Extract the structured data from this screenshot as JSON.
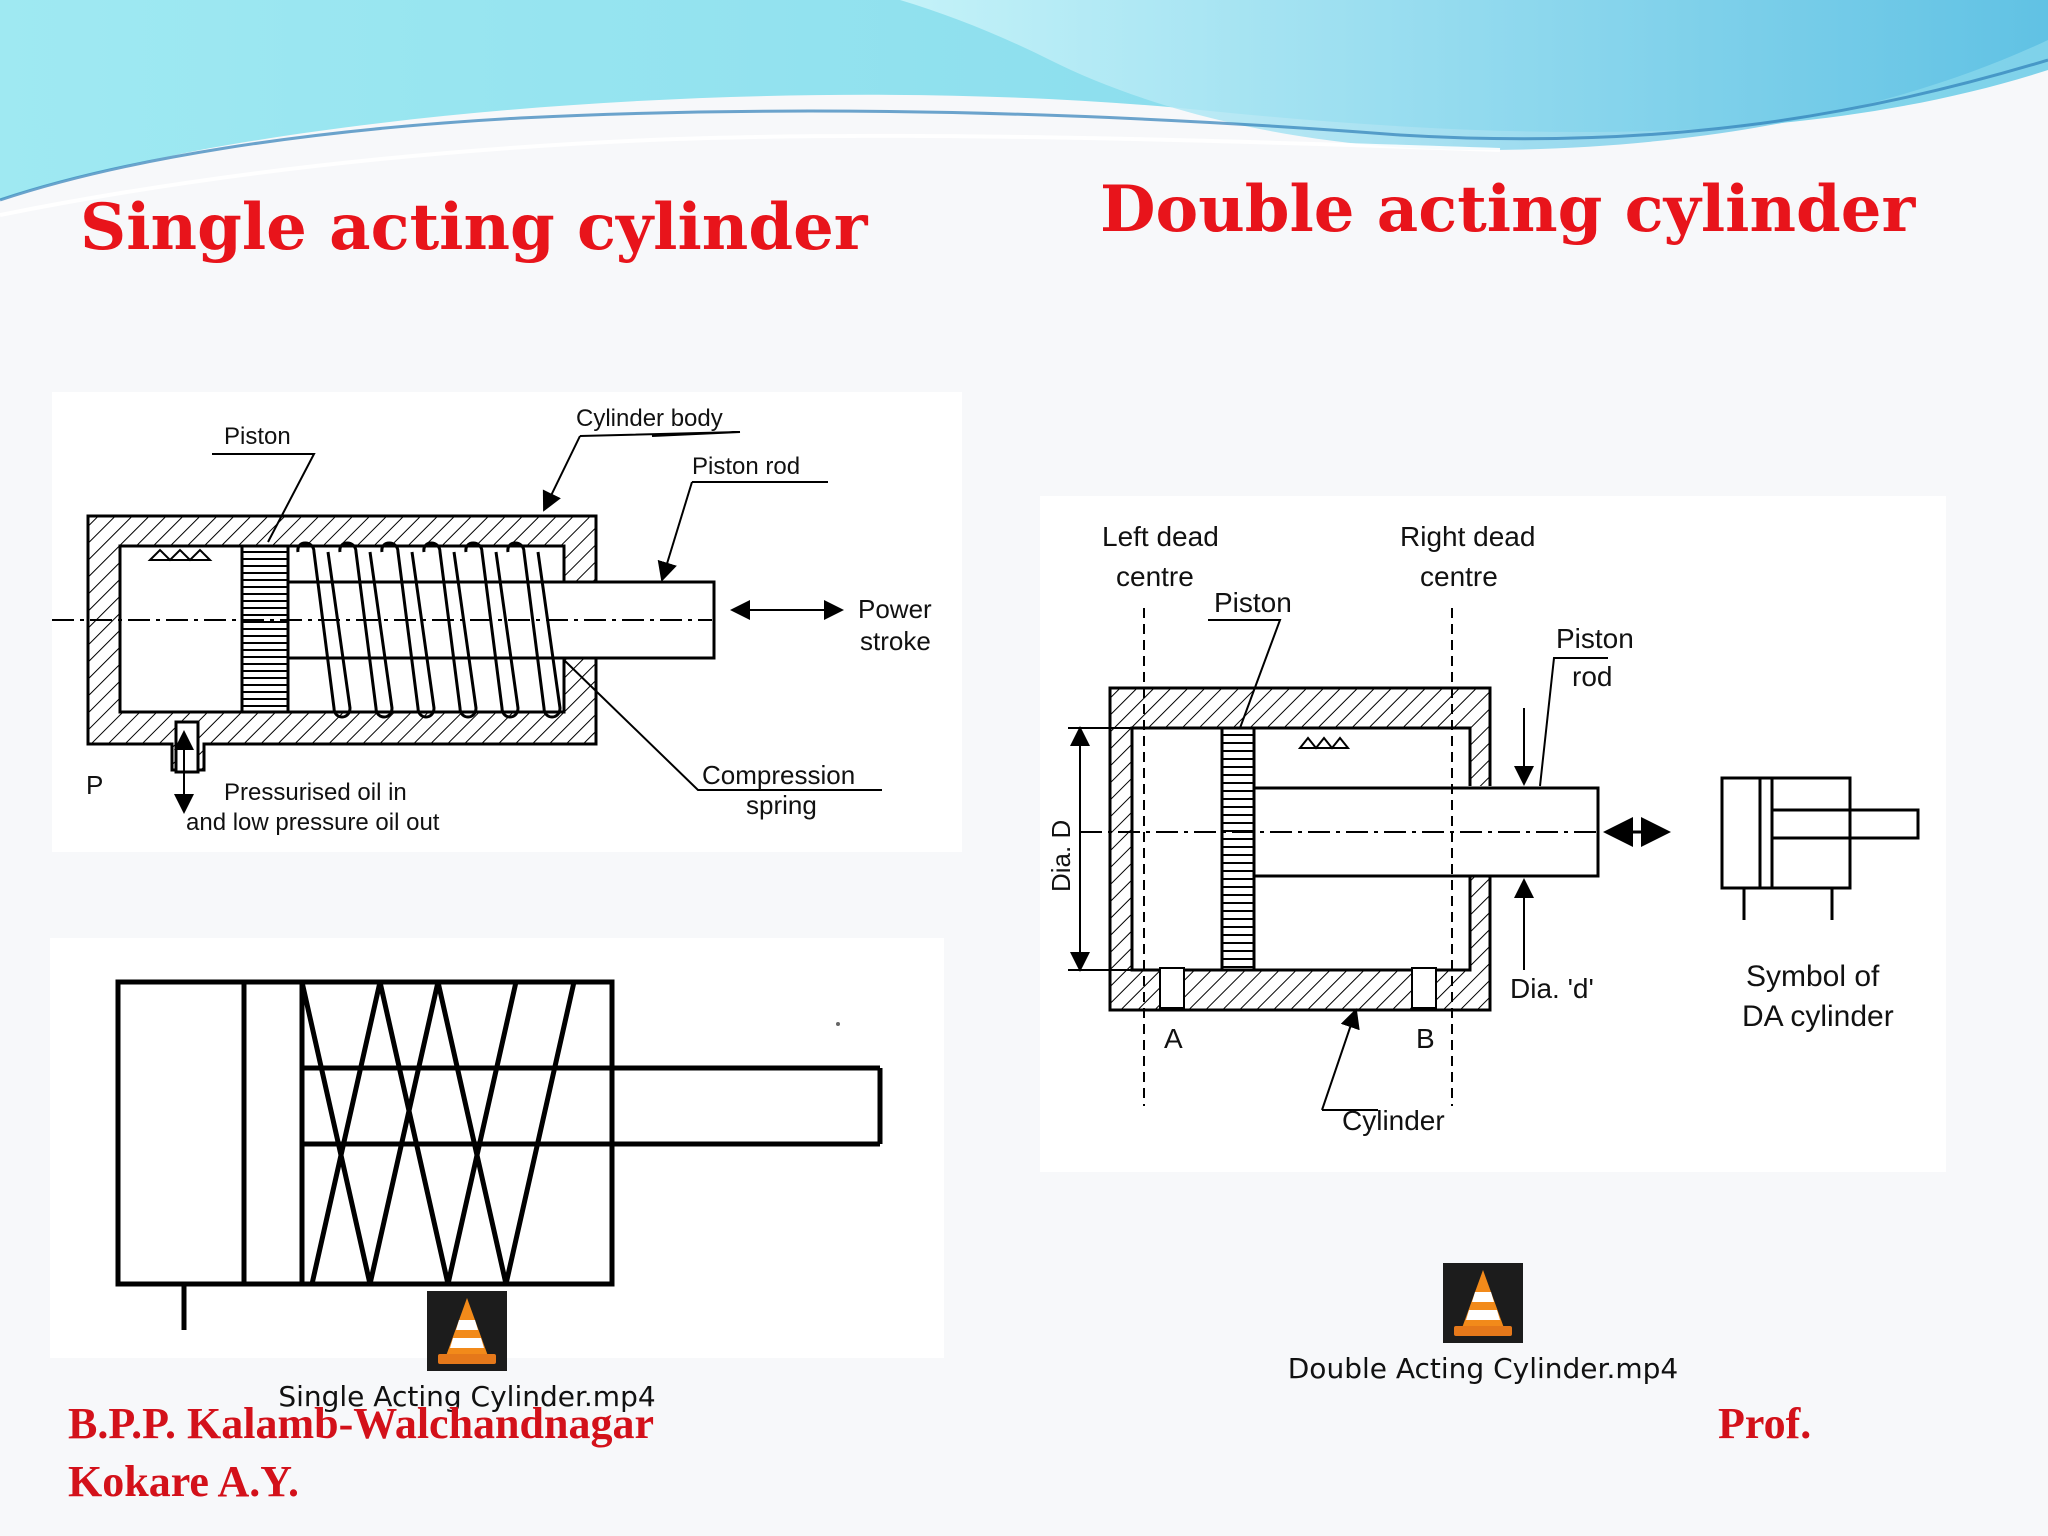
{
  "slide": {
    "title_left": "Single acting cylinder",
    "title_right": "Double acting cylinder"
  },
  "single_diagram": {
    "labels": {
      "piston": "Piston",
      "cylinder_body": "Cylinder body",
      "piston_rod": "Piston rod",
      "power": "Power",
      "stroke": "stroke",
      "compression": "Compression",
      "spring": "spring",
      "p": "P",
      "oil_line1": "Pressurised oil in",
      "oil_line2": "and low pressure oil out"
    }
  },
  "double_diagram": {
    "labels": {
      "left_dead": "Left dead",
      "left_centre": "centre",
      "right_dead": "Right dead",
      "right_centre": "centre",
      "piston": "Piston",
      "piston_rod_1": "Piston",
      "piston_rod_2": "rod",
      "dia_D": "Dia. D",
      "dia_d": "Dia. 'd'",
      "port_a": "A",
      "port_b": "B",
      "cylinder": "Cylinder",
      "symbol_1": "Symbol of",
      "symbol_2": "DA cylinder"
    }
  },
  "media": {
    "single_file": "Single Acting Cylinder.mp4",
    "double_file": "Double Acting Cylinder.mp4",
    "icon": "vlc-cone-icon"
  },
  "footer": {
    "line1": "B.P.P. Kalamb-Walchandnagar",
    "prof": "Prof.",
    "line2": "Kokare A.Y."
  },
  "colors": {
    "title": "#e8141b",
    "footer": "#d3111a",
    "wave_light": "#8fe3ef",
    "wave_blue": "#4fb8e0",
    "vlc_orange": "#f28a1a"
  }
}
